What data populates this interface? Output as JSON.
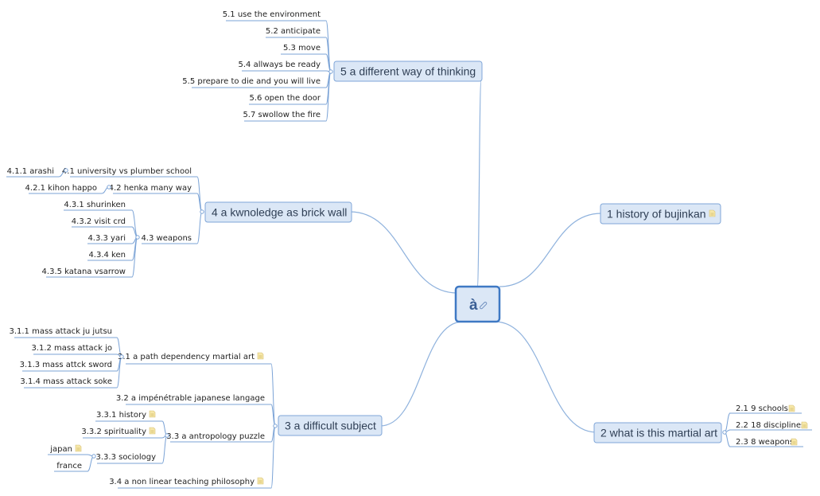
{
  "root": {
    "label": "à",
    "icon": "link-icon"
  },
  "topics": [
    {
      "id": "t1",
      "label": "1 history of bujinkan",
      "icon": "note-icon"
    },
    {
      "id": "t2",
      "label": "2 what is this martial art",
      "children": [
        {
          "label": "2.1  9 schools",
          "icon": "note-icon"
        },
        {
          "label": "2.2  18 disciplines",
          "icon": "note-icon"
        },
        {
          "label": "2.3  8 weapons",
          "icon": "note-icon"
        }
      ]
    },
    {
      "id": "t3",
      "label": "3 a difficult subject",
      "children": [
        {
          "label": "3.1  a path dependency martial art",
          "icon": "note-icon",
          "children": [
            {
              "label": "3.1.1  mass attack ju jutsu"
            },
            {
              "label": "3.1.2  mass attack jo"
            },
            {
              "label": "3.1.3  mass attck sword"
            },
            {
              "label": "3.1.4  mass attack soke"
            }
          ]
        },
        {
          "label": "3.2  a impénétrable japanese langage"
        },
        {
          "label": "3.3  a antropology puzzle",
          "children": [
            {
              "label": "3.3.1  history",
              "icon": "note-icon"
            },
            {
              "label": "3.3.2  spirituality",
              "icon": "note-icon"
            },
            {
              "label": "3.3.3  sociology",
              "children": [
                {
                  "label": "japan",
                  "icon": "note-icon"
                },
                {
                  "label": "france"
                }
              ]
            }
          ]
        },
        {
          "label": "3.4  a non linear teaching philosophy",
          "icon": "note-icon"
        }
      ]
    },
    {
      "id": "t4",
      "label": "4 a kwnoledge as  brick wall",
      "children": [
        {
          "label": "4.1  university vs plumber school",
          "children": [
            {
              "label": "4.1.1  arashi"
            }
          ]
        },
        {
          "label": "4.2  henka many way",
          "children": [
            {
              "label": "4.2.1  kihon happo"
            }
          ]
        },
        {
          "label": "4.3  weapons",
          "children": [
            {
              "label": "4.3.1  shurinken"
            },
            {
              "label": "4.3.2  visit crd"
            },
            {
              "label": "4.3.3  yari"
            },
            {
              "label": "4.3.4  ken"
            },
            {
              "label": "4.3.5  katana vsarrow"
            }
          ]
        }
      ]
    },
    {
      "id": "t5",
      "label": "5 a different way of thinking",
      "children": [
        {
          "label": "5.1  use the environment"
        },
        {
          "label": "5.2  anticipate"
        },
        {
          "label": "5.3  move"
        },
        {
          "label": "5.4  allways be ready"
        },
        {
          "label": "5.5  prepare to die and you will live"
        },
        {
          "label": "5.6  open the door"
        },
        {
          "label": "5.7  swollow the fire"
        }
      ]
    }
  ]
}
